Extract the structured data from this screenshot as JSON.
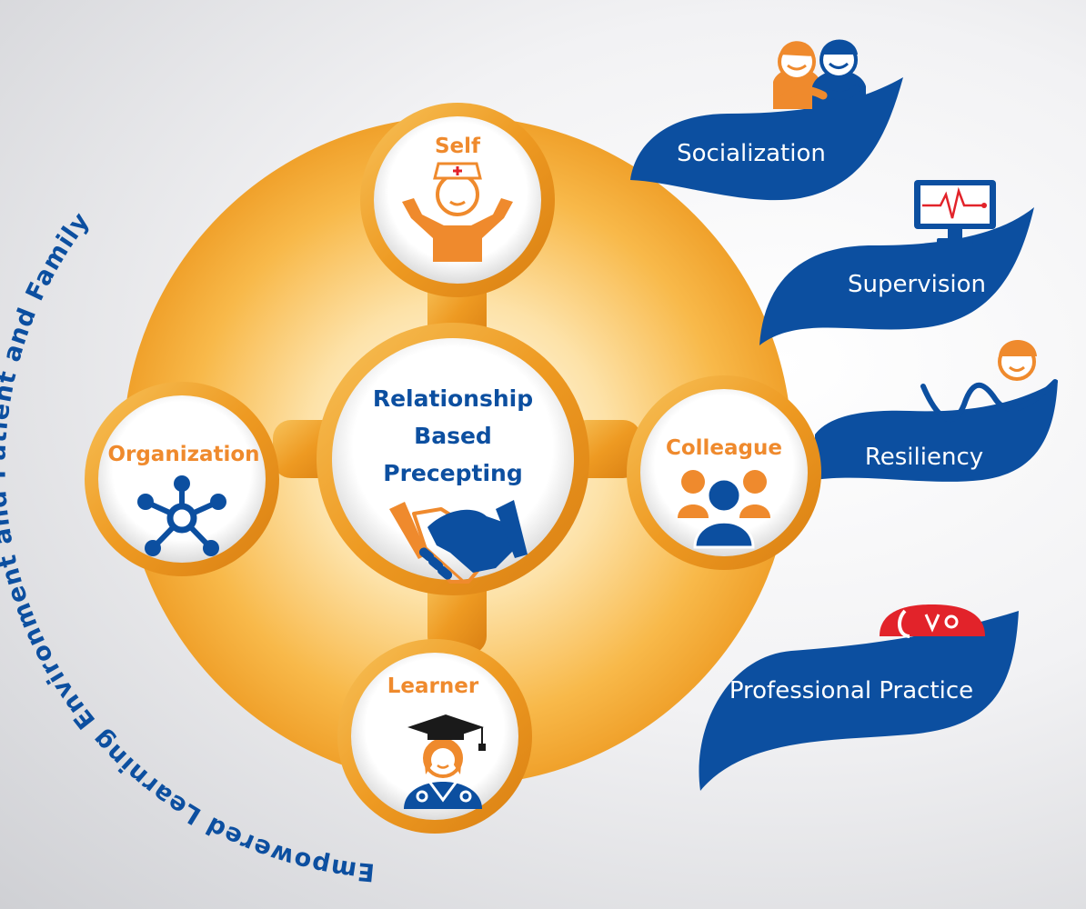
{
  "colors": {
    "blue": "#0c4fa0",
    "orange": "#ef8a2d",
    "red": "#e2232a",
    "gold": "#f2a22b",
    "white": "#ffffff"
  },
  "arc_title": "Empowered Learning Environment and Patient and Family",
  "center": {
    "lines": [
      "Relationship",
      "Based",
      "Precepting"
    ],
    "icon": "handshake-icon"
  },
  "nodes": {
    "self": {
      "label": "Self",
      "icon": "nurse-icon"
    },
    "organization": {
      "label": "Organization",
      "icon": "network-hub-icon"
    },
    "colleague": {
      "label": "Colleague",
      "icon": "group-icon"
    },
    "learner": {
      "label": "Learner",
      "icon": "graduate-icon"
    }
  },
  "banners": [
    {
      "label": "Socialization",
      "icon": "two-people-hugging-icon"
    },
    {
      "label": "Supervision",
      "icon": "heart-monitor-icon"
    },
    {
      "label": "Resiliency",
      "icon": "person-wave-icon"
    },
    {
      "label": "Professional Practice",
      "icon": "stethoscope-icon"
    }
  ]
}
